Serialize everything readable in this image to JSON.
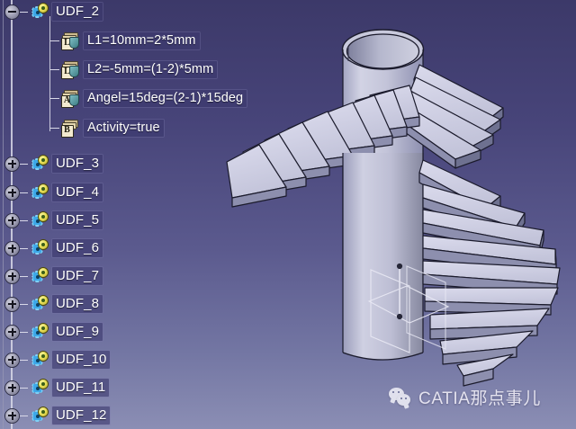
{
  "app": {
    "name": "CATIA 3D viewport with specification tree",
    "background_top": "#3c3969",
    "background_bottom": "#8b8eb4"
  },
  "spec_tree": {
    "root": {
      "label": "UDF_2",
      "icon": "udf-gear-icon",
      "expander": "minus",
      "expanded": true
    },
    "parameters": [
      {
        "label": "L1=10mm=2*5mm",
        "icon": "length-parameter-icon",
        "glyph": "L"
      },
      {
        "label": "L2=-5mm=(1-2)*5mm",
        "icon": "length-parameter-icon",
        "glyph": "L"
      },
      {
        "label": "Angel=15deg=(2-1)*15deg",
        "icon": "angle-parameter-icon",
        "glyph": "A"
      },
      {
        "label": "Activity=true",
        "icon": "boolean-parameter-icon",
        "glyph": "B"
      }
    ],
    "siblings": [
      {
        "label": "UDF_3",
        "icon": "udf-gear-icon",
        "expander": "plus"
      },
      {
        "label": "UDF_4",
        "icon": "udf-gear-icon",
        "expander": "plus"
      },
      {
        "label": "UDF_5",
        "icon": "udf-gear-icon",
        "expander": "plus"
      },
      {
        "label": "UDF_6",
        "icon": "udf-gear-icon",
        "expander": "plus"
      },
      {
        "label": "UDF_7",
        "icon": "udf-gear-icon",
        "expander": "plus"
      },
      {
        "label": "UDF_8",
        "icon": "udf-gear-icon",
        "expander": "plus"
      },
      {
        "label": "UDF_9",
        "icon": "udf-gear-icon",
        "expander": "plus"
      },
      {
        "label": "UDF_10",
        "icon": "udf-gear-icon",
        "expander": "plus"
      },
      {
        "label": "UDF_11",
        "icon": "udf-gear-icon",
        "expander": "plus"
      },
      {
        "label": "UDF_12",
        "icon": "udf-gear-icon",
        "expander": "plus"
      }
    ]
  },
  "viewport": {
    "model_name": "spiral-staircase",
    "colors": {
      "step_top": "#cdcde2",
      "step_side": "#6e7190",
      "step_front": "#9a9cba",
      "cylinder_light": "#c9cadd",
      "cylinder_dark": "#8d8fae",
      "edge": "#1b1b2c",
      "axis_line": "#e9e9f4"
    },
    "axis_system": "axis-system-three-planes"
  },
  "watermark": {
    "icon": "wechat-icon",
    "text": "CATIA那点事儿"
  }
}
